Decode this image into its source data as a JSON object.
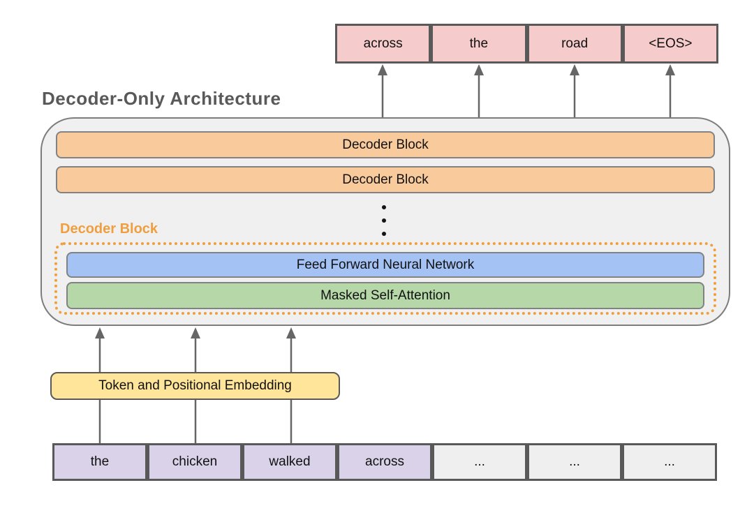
{
  "title": "Decoder-Only Architecture",
  "output_row": {
    "tokens": [
      "across",
      "the",
      "road",
      "<EOS>"
    ]
  },
  "decoder": {
    "stack": [
      "Decoder Block",
      "Decoder Block"
    ],
    "group_label": "Decoder Block",
    "ffnn_label": "Feed Forward Neural Network",
    "attention_label": "Masked Self-Attention"
  },
  "embedding": {
    "label": "Token and Positional Embedding"
  },
  "input_row": {
    "tokens": [
      "the",
      "chicken",
      "walked",
      "across",
      "...",
      "...",
      "..."
    ]
  },
  "colors": {
    "output-token-fill": "#f5cbcb",
    "input-token-fill": "#d9d2e9",
    "placeholder-cell-fill": "#efefef",
    "decoder-block-fill": "#f9cb9c",
    "ffnn-fill": "#a4c2f4",
    "attention-fill": "#b6d7a8",
    "embedding-fill": "#ffe599",
    "container-fill": "#f0f0f0",
    "accent-orange": "#ef9f3e",
    "border-dark": "#595959",
    "border-gray": "#828282",
    "arrow-gray": "#666666",
    "title-gray": "#595959"
  }
}
